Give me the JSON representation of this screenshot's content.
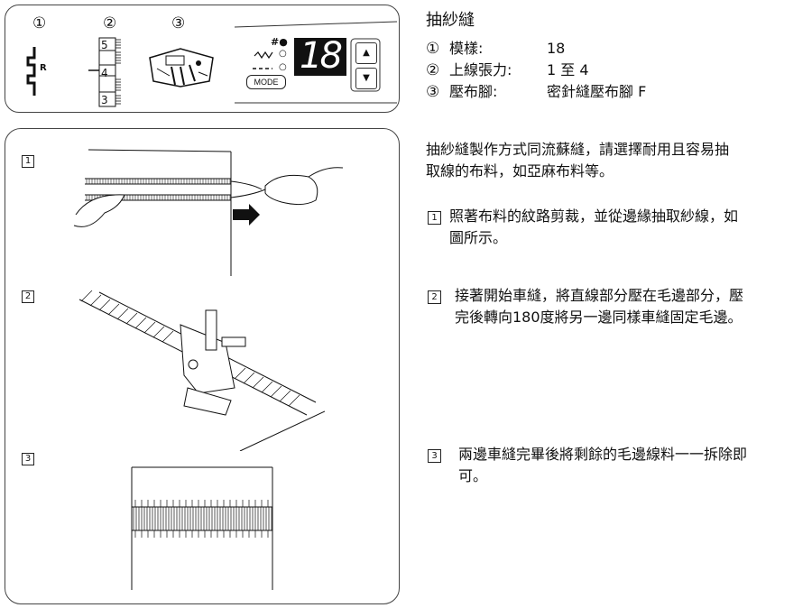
{
  "settings_panel": {
    "circle_1": "①",
    "circle_2": "②",
    "circle_3": "③",
    "stitch_symbol_label": "R",
    "tension_dial": [
      "5",
      "4",
      "3"
    ],
    "display_value": "18",
    "mode_label": "MODE",
    "sym_hash": "#●",
    "sym_wave": "○",
    "sym_dash": "○",
    "up_arrow": "▲",
    "down_arrow": "▼"
  },
  "illustration": {
    "step_1": "1",
    "step_2": "2",
    "step_3": "3"
  },
  "title": "抽紗縫",
  "specs": [
    {
      "num": "①",
      "key": "模樣:",
      "value": "18"
    },
    {
      "num": "②",
      "key": "上線張力:",
      "value": "1 至 4"
    },
    {
      "num": "③",
      "key": "壓布腳:",
      "value": "密針縫壓布腳 F"
    }
  ],
  "intro": [
    "抽紗縫製作方式同流蘇縫，請選擇耐用且容易抽",
    "取線的布料，如亞麻布料等。"
  ],
  "steps": [
    {
      "num": "1",
      "lines": [
        "照著布料的紋路剪裁，並從邊緣抽取紗線，如",
        "圖所示。"
      ]
    },
    {
      "num": "2",
      "lines": [
        "接著開始車縫，將直線部分壓在毛邊部分，壓",
        "完後轉向180度將另一邊同樣車縫固定毛邊。"
      ]
    },
    {
      "num": "3",
      "lines": [
        "兩邊車縫完畢後將剩餘的毛邊線料一一拆除即",
        "可。"
      ]
    }
  ]
}
